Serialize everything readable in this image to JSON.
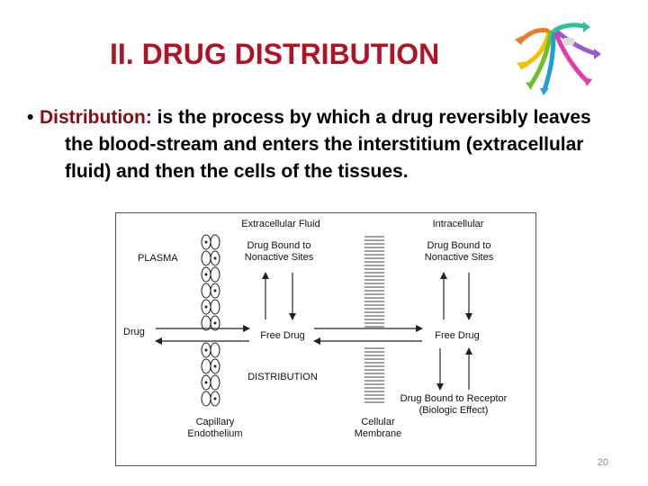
{
  "title": "II. DRUG DISTRIBUTION",
  "colors": {
    "title": "#b01424",
    "term": "#8b0a14",
    "body_text": "#000000",
    "page_number": "#888888"
  },
  "logo": {
    "icon": "colorful-arrows-logo"
  },
  "bullet": {
    "symbol": "•",
    "term": "Distribution:",
    "text": " is the process by which a drug reversibly leaves the blood-stream and enters the interstitium (extracellular fluid) and then the cells of the tissues."
  },
  "figure": {
    "labels": {
      "extracellular_fluid": "Extracellular Fluid",
      "intracellular": "Intracellular",
      "plasma": "PLASMA",
      "bound_nonactive_left": "Drug Bound to\nNonactive Sites",
      "bound_nonactive_right": "Drug Bound to\nNonactive Sites",
      "drug": "Drug",
      "free_drug_left": "Free Drug",
      "free_drug_right": "Free Drug",
      "distribution": "DISTRIBUTION",
      "bound_receptor": "Drug Bound to Receptor\n(Biologic Effect)",
      "capillary": "Capillary\nEndothelium",
      "cellular_membrane": "Cellular\nMembrane"
    }
  },
  "page_number": "20"
}
